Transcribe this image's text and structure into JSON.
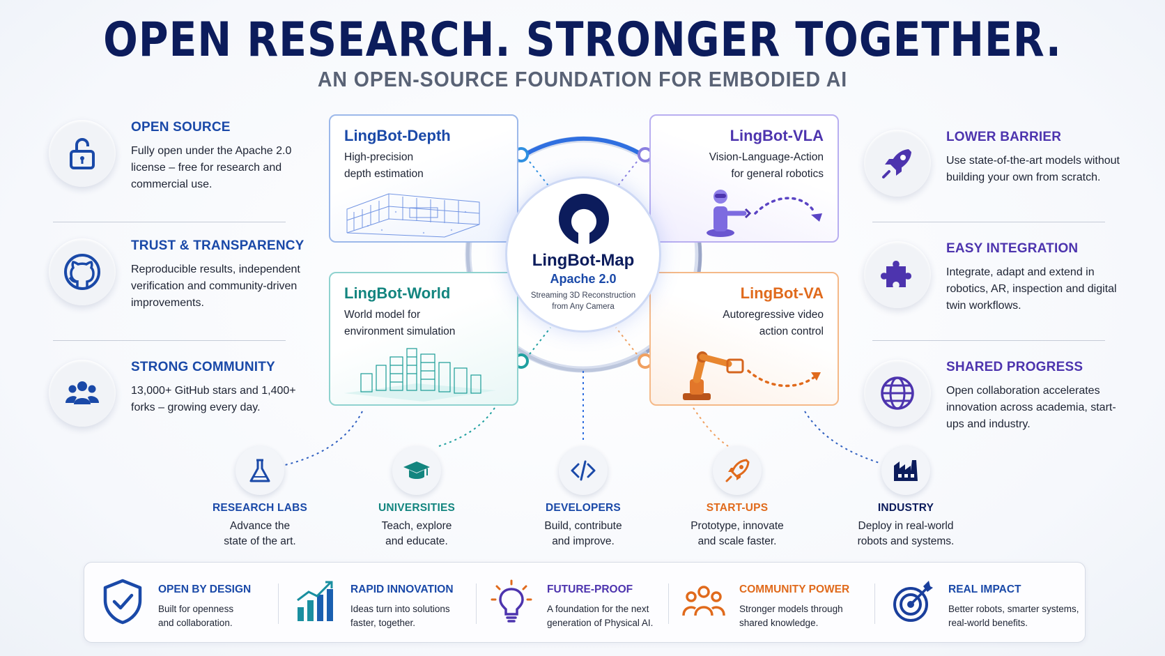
{
  "header": {
    "title": "OPEN RESEARCH. STRONGER TOGETHER.",
    "subtitle": "AN OPEN-SOURCE FOUNDATION FOR EMBODIED AI"
  },
  "left_features": [
    {
      "title": "OPEN SOURCE",
      "text": "Fully open under the Apache 2.0 license – free for research and commercial use.",
      "icon": "unlocked-padlock-icon"
    },
    {
      "title": "TRUST & TRANSPARENCY",
      "text": "Reproducible results, independent verification and community-driven improvements.",
      "icon": "github-icon"
    },
    {
      "title": "STRONG COMMUNITY",
      "text": "13,000+ GitHub stars and 1,400+ forks – growing every day.",
      "icon": "people-group-icon"
    }
  ],
  "right_features": [
    {
      "title": "LOWER BARRIER",
      "text": "Use state-of-the-art models without building your own from scratch.",
      "icon": "rocket-icon"
    },
    {
      "title": "EASY INTEGRATION",
      "text": "Integrate, adapt and extend in robotics, AR, inspection and digital twin workflows.",
      "icon": "puzzle-piece-icon"
    },
    {
      "title": "SHARED PROGRESS",
      "text": "Open collaboration accelerates innovation across academia, start-ups and industry.",
      "icon": "globe-icon"
    }
  ],
  "hub": {
    "name": "LingBot-Map",
    "license": "Apache 2.0",
    "description_line1": "Streaming 3D Reconstruction",
    "description_line2": "from Any Camera"
  },
  "models": [
    {
      "title": "LingBot-Depth",
      "line1": "High-precision",
      "line2": "depth estimation",
      "color": "#1a49a8"
    },
    {
      "title": "LingBot-VLA",
      "line1": "Vision-Language-Action",
      "line2": "for general robotics",
      "color": "#4d34ae"
    },
    {
      "title": "LingBot-World",
      "line1": "World model for",
      "line2": "environment simulation",
      "color": "#13857f"
    },
    {
      "title": "LingBot-VA",
      "line1": "Autoregressive video",
      "line2": "action control",
      "color": "#e06a1c"
    }
  ],
  "audiences": [
    {
      "title": "RESEARCH LABS",
      "line1": "Advance the",
      "line2": "state of the art.",
      "color": "#1a49a8",
      "icon": "flask-icon"
    },
    {
      "title": "UNIVERSITIES",
      "line1": "Teach, explore",
      "line2": "and educate.",
      "color": "#13857f",
      "icon": "graduation-cap-icon"
    },
    {
      "title": "DEVELOPERS",
      "line1": "Build, contribute",
      "line2": "and improve.",
      "color": "#1a49a8",
      "icon": "code-brackets-icon"
    },
    {
      "title": "START-UPS",
      "line1": "Prototype, innovate",
      "line2": "and scale faster.",
      "color": "#e06a1c",
      "icon": "rocket-icon"
    },
    {
      "title": "INDUSTRY",
      "line1": "Deploy in real-world",
      "line2": "robots and systems.",
      "color": "#0c1c5c",
      "icon": "factory-icon"
    }
  ],
  "pillars": [
    {
      "title": "OPEN BY DESIGN",
      "line1": "Built for openness",
      "line2": "and collaboration.",
      "color": "#1a49a8",
      "icon": "shield-check-icon"
    },
    {
      "title": "RAPID INNOVATION",
      "line1": "Ideas turn into solutions",
      "line2": "faster, together.",
      "color": "#1a49a8",
      "icon": "growth-chart-icon"
    },
    {
      "title": "FUTURE-PROOF",
      "line1": "A foundation for the next",
      "line2": "generation of Physical AI.",
      "color": "#4d34ae",
      "icon": "lightbulb-icon"
    },
    {
      "title": "COMMUNITY POWER",
      "line1": "Stronger models through",
      "line2": "shared knowledge.",
      "color": "#e06a1c",
      "icon": "community-icon"
    },
    {
      "title": "REAL IMPACT",
      "line1": "Better robots, smarter systems,",
      "line2": "real-world benefits.",
      "color": "#1a49a8",
      "icon": "target-icon"
    }
  ]
}
